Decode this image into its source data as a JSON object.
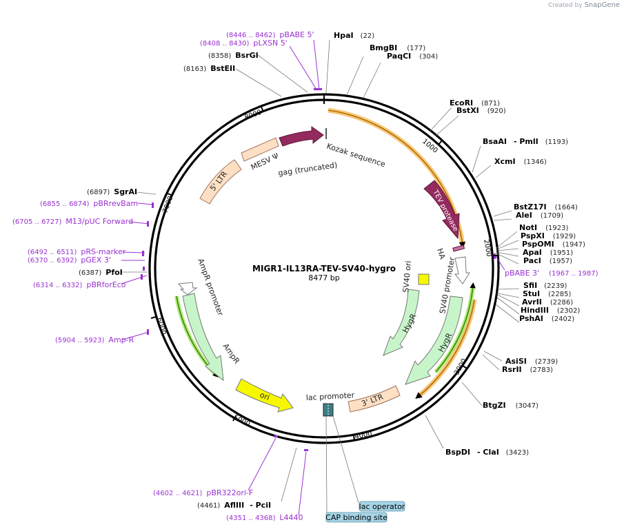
{
  "credit": {
    "prefix": "Created by",
    "brand": "SnapGene"
  },
  "map": {
    "name": "MIGR1-IL13RA-TEV-SV40-hygro",
    "length_label": "8477 bp"
  },
  "ticks": [
    "1000",
    "2000",
    "3000",
    "4000",
    "5000",
    "6000",
    "7000",
    "8000"
  ],
  "enzymes": [
    {
      "name": "HpaI",
      "pos": "(22)"
    },
    {
      "name": "BmgBI",
      "pos": "(177)"
    },
    {
      "name": "PaqCI",
      "pos": "(304)"
    },
    {
      "name": "EcoRI",
      "pos": "(871)"
    },
    {
      "name": "BstXI",
      "pos": "(920)"
    },
    {
      "name": "BsaAI",
      "name2": "- PmlI",
      "pos": "(1193)"
    },
    {
      "name": "XcmI",
      "pos": "(1346)"
    },
    {
      "name": "BstZ17I",
      "pos": "(1664)"
    },
    {
      "name": "AleI",
      "pos": "(1709)"
    },
    {
      "name": "NotI",
      "pos": "(1923)"
    },
    {
      "name": "PspXI",
      "pos": "(1929)"
    },
    {
      "name": "PspOMI",
      "pos": "(1947)"
    },
    {
      "name": "ApaI",
      "pos": "(1951)"
    },
    {
      "name": "PacI",
      "pos": "(1957)"
    },
    {
      "name": "SfiI",
      "pos": "(2239)"
    },
    {
      "name": "StuI",
      "pos": "(2285)"
    },
    {
      "name": "AvrII",
      "pos": "(2286)"
    },
    {
      "name": "HindIII",
      "pos": "(2302)"
    },
    {
      "name": "PshAI",
      "pos": "(2402)"
    },
    {
      "name": "AsiSI",
      "pos": "(2739)"
    },
    {
      "name": "RsrII",
      "pos": "(2783)"
    },
    {
      "name": "BtgZI",
      "pos": "(3047)"
    },
    {
      "name": "BspDI",
      "name2": "- ClaI",
      "pos": "(3423)"
    },
    {
      "name": "AflIII",
      "name2": "- PciI",
      "pos": "(4461)"
    },
    {
      "name": "PfoI",
      "pos": "(6387)"
    },
    {
      "name": "SgrAI",
      "pos": "(6897)"
    },
    {
      "name": "BstEII",
      "pos": "(8163)"
    },
    {
      "name": "BsrGI",
      "pos": "(8358)"
    }
  ],
  "primers": [
    {
      "name": "pBABE 5'",
      "range": "(8446 .. 8462)"
    },
    {
      "name": "pLXSN 5'",
      "range": "(8408 .. 8430)"
    },
    {
      "name": "pBABE 3'",
      "range": "(1967 .. 1987)"
    },
    {
      "name": "pBRrevBam",
      "range": "(6855 .. 6874)"
    },
    {
      "name": "M13/pUC Forward",
      "range": "(6705 .. 6727)"
    },
    {
      "name": "pRS-marker",
      "range": "(6492 .. 6511)"
    },
    {
      "name": "pGEX 3'",
      "range": "(6370 .. 6392)"
    },
    {
      "name": "pBRforEco",
      "range": "(6314 .. 6332)"
    },
    {
      "name": "Amp-R",
      "range": "(5904 .. 5923)"
    },
    {
      "name": "pBR322ori-F",
      "range": "(4602 .. 4621)"
    },
    {
      "name": "L4440",
      "range": "(4351 .. 4368)"
    }
  ],
  "features": {
    "kozak": "Kozak sequence",
    "gag": "gag (truncated)",
    "mesv": "MESV Ψ",
    "ltr5": "5' LTR",
    "tev": "TEV protease",
    "ha": "HA",
    "sv40ori": "SV40 ori",
    "sv40prom": "SV40 promoter",
    "hygr": "HygR",
    "ltr3": "3' LTR",
    "lacprom": "lac promoter",
    "ori": "ori",
    "ampr": "AmpR",
    "amprprom": "AmpR promoter"
  },
  "boxes": {
    "lacop": "lac operator",
    "cap": "CAP binding site"
  },
  "colors": {
    "ltr": "#fde0c4",
    "tev": "#942a5e",
    "hygr": "#c7f5c9",
    "ori": "#f7f700",
    "primer": "#9a2fd1",
    "orange": "#f7a11e",
    "box": "#a5d4e6"
  }
}
